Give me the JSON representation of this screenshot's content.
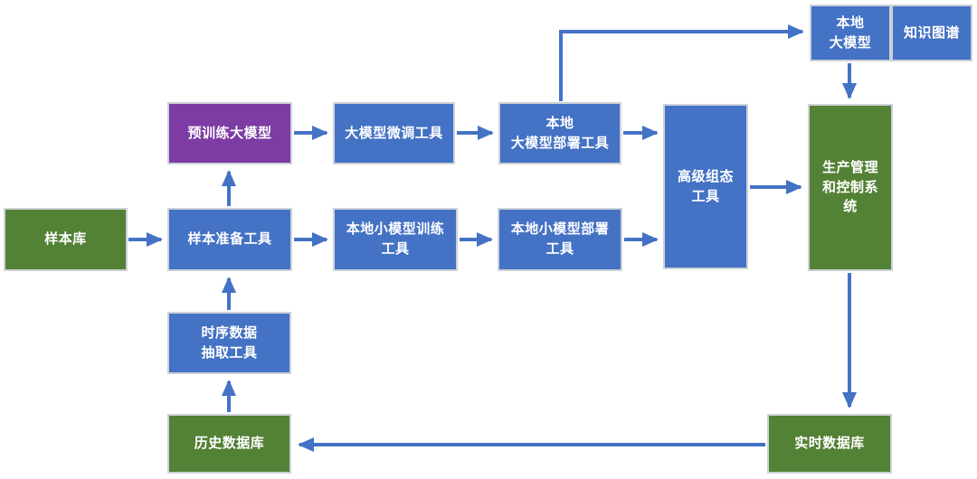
{
  "diagram": {
    "background": "#FFFFFF",
    "colors": {
      "node_blue": "#4472C4",
      "node_green": "#538135",
      "node_purple": "#7D3CA3",
      "node_border": "#CDD2D8",
      "arrow": "#4472C4",
      "text": "#FFFFFF"
    },
    "nodes": {
      "sample_library": {
        "label": "样本库",
        "color": "green"
      },
      "sample_prep_tool": {
        "label": "样本准备工具",
        "color": "blue"
      },
      "pretrained_large_model": {
        "label": "预训练大模型",
        "color": "purple"
      },
      "large_model_finetune_tool": {
        "label": "大模型微调工具",
        "color": "blue"
      },
      "local_large_model_deploy_tool": {
        "label": "本地\n大模型部署工具",
        "color": "blue"
      },
      "local_small_model_train_tool": {
        "label": "本地小模型训练\n工具",
        "color": "blue"
      },
      "local_small_model_deploy_tool": {
        "label": "本地小模型部署\n工具",
        "color": "blue"
      },
      "advanced_config_tool": {
        "label": "高级组态\n工具",
        "color": "blue"
      },
      "production_mgmt_control_system": {
        "label": "生产管理\n和控制系\n统",
        "color": "green"
      },
      "local_large_model": {
        "label": "本地\n大模型",
        "color": "blue"
      },
      "knowledge_graph": {
        "label": "知识图谱",
        "color": "blue"
      },
      "timeseries_extract_tool": {
        "label": "时序数据\n抽取工具",
        "color": "blue"
      },
      "history_database": {
        "label": "历史数据库",
        "color": "green"
      },
      "realtime_database": {
        "label": "实时数据库",
        "color": "green"
      }
    },
    "edges": [
      {
        "from": "sample_library",
        "to": "sample_prep_tool"
      },
      {
        "from": "sample_prep_tool",
        "to": "pretrained_large_model"
      },
      {
        "from": "sample_prep_tool",
        "to": "local_small_model_train_tool"
      },
      {
        "from": "pretrained_large_model",
        "to": "large_model_finetune_tool"
      },
      {
        "from": "large_model_finetune_tool",
        "to": "local_large_model_deploy_tool"
      },
      {
        "from": "local_large_model_deploy_tool",
        "to": "advanced_config_tool"
      },
      {
        "from": "local_large_model_deploy_tool",
        "to": "local_large_model"
      },
      {
        "from": "local_small_model_train_tool",
        "to": "local_small_model_deploy_tool"
      },
      {
        "from": "local_small_model_deploy_tool",
        "to": "advanced_config_tool"
      },
      {
        "from": "advanced_config_tool",
        "to": "production_mgmt_control_system"
      },
      {
        "from": "local_large_model",
        "to": "production_mgmt_control_system"
      },
      {
        "from": "production_mgmt_control_system",
        "to": "realtime_database"
      },
      {
        "from": "realtime_database",
        "to": "history_database"
      },
      {
        "from": "history_database",
        "to": "timeseries_extract_tool"
      },
      {
        "from": "timeseries_extract_tool",
        "to": "sample_prep_tool"
      }
    ]
  }
}
